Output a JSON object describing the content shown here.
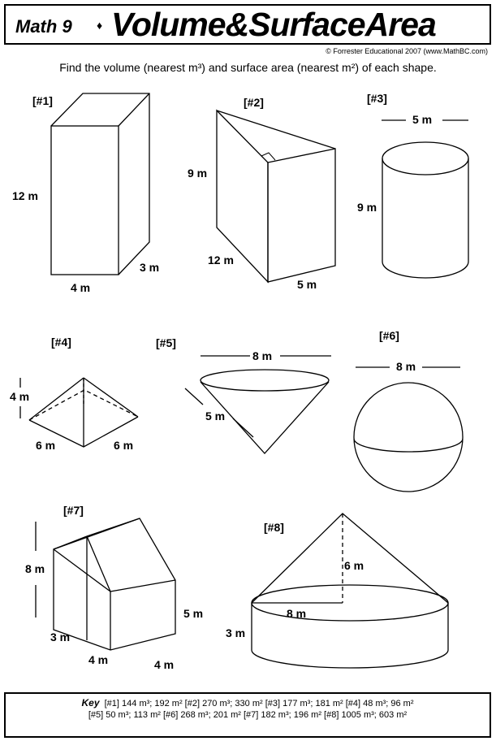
{
  "header": {
    "course": "Math 9",
    "separator": "♦",
    "title": "Volume&SurfaceArea"
  },
  "copyright": "© Forrester Educational 2007 (www.MathBC.com)",
  "instructions": "Find the volume (nearest m³) and surface area (nearest m²) of each shape.",
  "problems": {
    "p1": {
      "label": "[#1]",
      "height": "12 m",
      "width": "4 m",
      "depth": "3 m"
    },
    "p2": {
      "label": "[#2]",
      "height": "9 m",
      "length": "12 m",
      "base": "5 m"
    },
    "p3": {
      "label": "[#3]",
      "diameter": "5 m",
      "height": "9 m"
    },
    "p4": {
      "label": "[#4]",
      "height": "4 m",
      "base_a": "6 m",
      "base_b": "6 m"
    },
    "p5": {
      "label": "[#5]",
      "diameter": "8 m",
      "slant": "5 m"
    },
    "p6": {
      "label": "[#6]",
      "diameter": "8 m"
    },
    "p7": {
      "label": "[#7]",
      "total_height": "8 m",
      "wall_height": "5 m",
      "width": "3 m",
      "depth_a": "4 m",
      "depth_b": "4 m"
    },
    "p8": {
      "label": "[#8]",
      "cone_height": "6 m",
      "radius": "8 m",
      "cyl_height": "3 m"
    }
  },
  "key": {
    "label": "Key",
    "line1": "[#1] 144 m³; 192 m² [#2] 270 m³; 330 m²  [#3] 177 m³; 181 m² [#4] 48 m³; 96 m²",
    "line2": "[#5] 50 m³; 113 m² [#6] 268 m³; 201 m² [#7] 182 m³; 196 m² [#8] 1005 m³;  603 m²"
  }
}
